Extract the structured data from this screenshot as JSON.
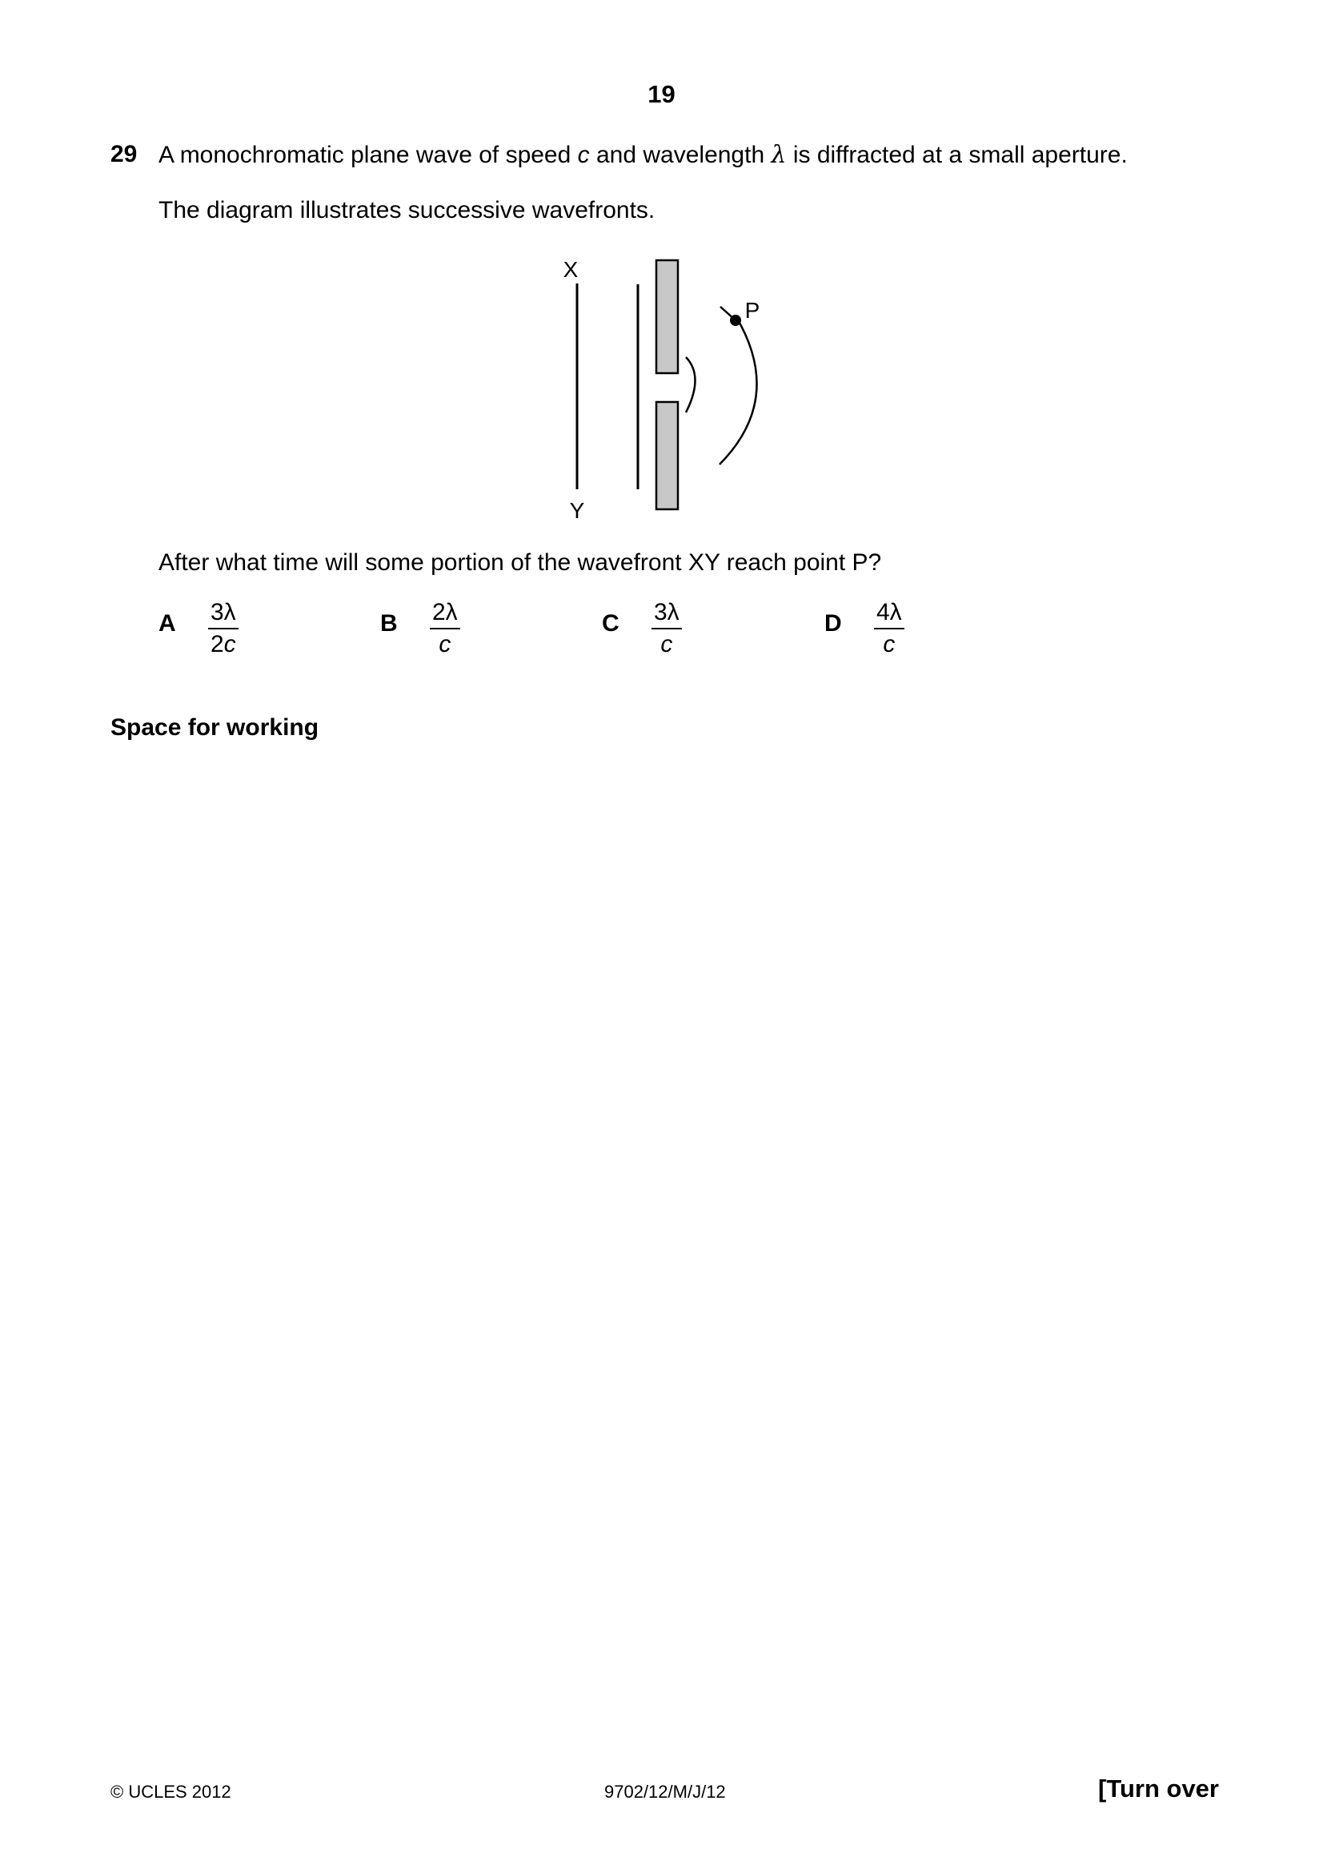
{
  "page": {
    "number": "19"
  },
  "question": {
    "number": "29",
    "text_before_c": "A monochromatic plane wave of speed ",
    "c_symbol": "c",
    "text_between": " and wavelength ",
    "lambda_symbol": "λ",
    "text_after": " is diffracted at a small aperture.",
    "sub_text": "The diagram illustrates successive wavefronts.",
    "prompt": "After what time will some portion of the wavefront XY reach point P?"
  },
  "diagram": {
    "label_x": "X",
    "label_y": "Y",
    "label_p": "P",
    "barrier_color": "#c8c8c8"
  },
  "options": [
    {
      "letter": "A",
      "numerator": "3λ",
      "denominator_coef": "2",
      "denominator_var": "c"
    },
    {
      "letter": "B",
      "numerator": "2λ",
      "denominator_coef": "",
      "denominator_var": "c"
    },
    {
      "letter": "C",
      "numerator": "3λ",
      "denominator_coef": "",
      "denominator_var": "c"
    },
    {
      "letter": "D",
      "numerator": "4λ",
      "denominator_coef": "",
      "denominator_var": "c"
    }
  ],
  "working": {
    "label": "Space for working"
  },
  "footer": {
    "copyright": "© UCLES 2012",
    "code": "9702/12/M/J/12",
    "turn_over": "[Turn over"
  }
}
